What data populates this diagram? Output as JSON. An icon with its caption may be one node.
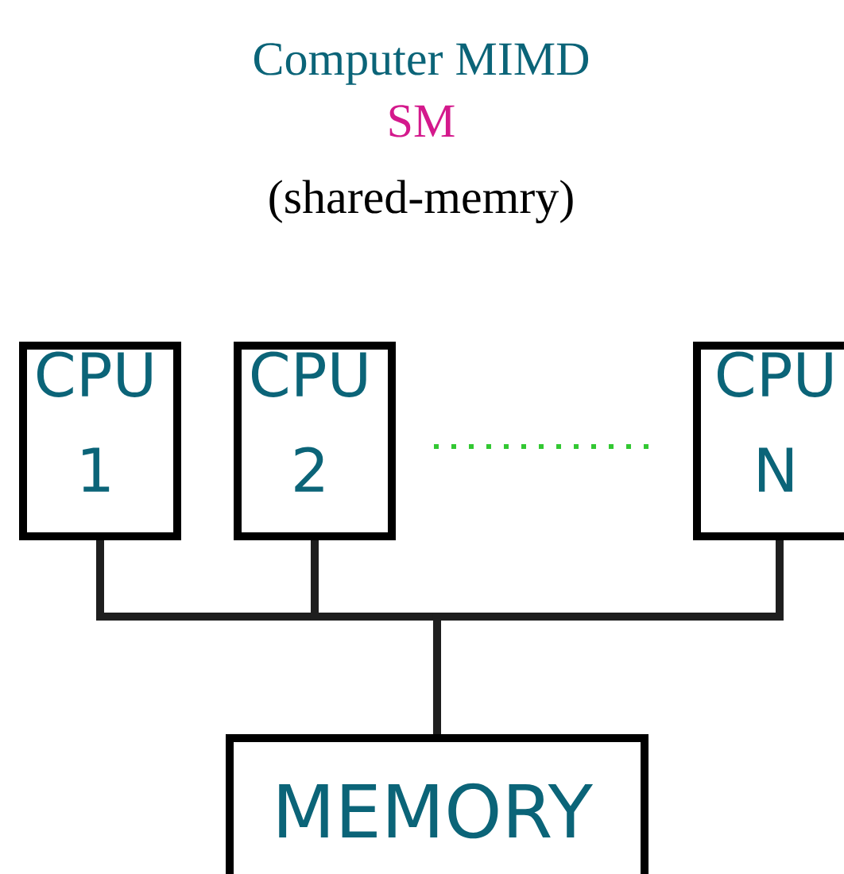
{
  "diagram": {
    "title": "Computer MIMD",
    "nodes": [
      {
        "text": [
          "CPU 1"
        ]
      },
      {
        "text": [
          "CPU 2"
        ]
      },
      {
        "text": [
          "CPU N"
        ]
      },
      {
        "text": [
          "MEMORY"
        ]
      }
    ],
    "edges": [
      {
        "from": 0,
        "to": 3,
        "arrow": "none"
      },
      {
        "from": 1,
        "to": 3,
        "arrow": "none"
      },
      {
        "from": 2,
        "to": 3,
        "arrow": "none"
      }
    ],
    "labels": [
      "SM",
      "(shared-memry)"
    ]
  }
}
